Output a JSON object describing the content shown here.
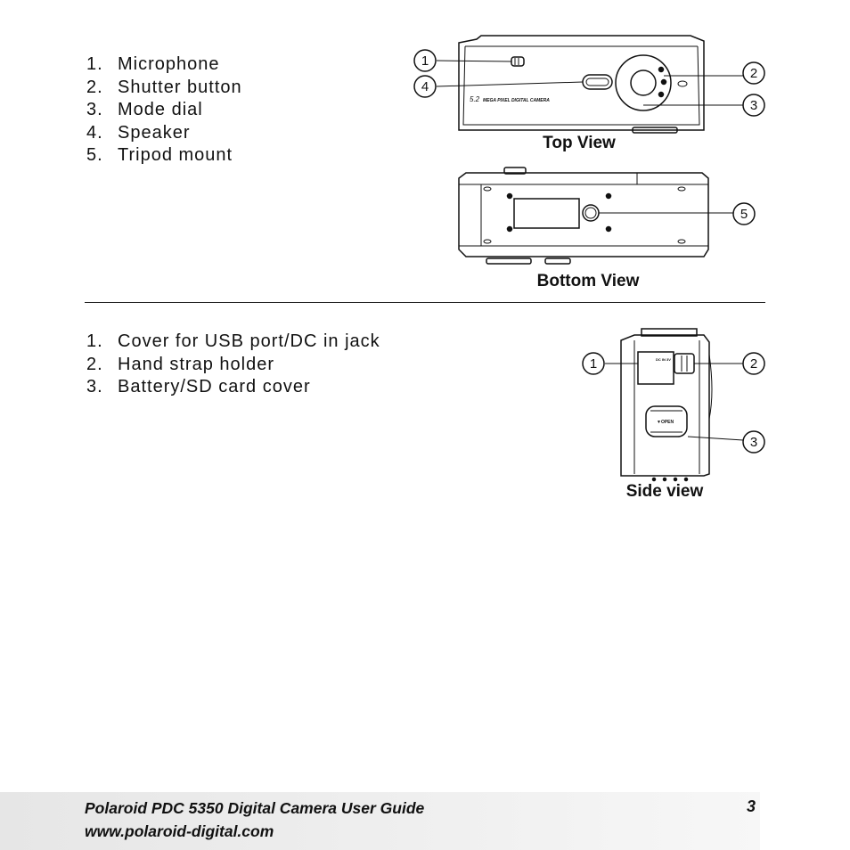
{
  "section1": {
    "items": [
      {
        "num": "1.",
        "label": "Microphone"
      },
      {
        "num": "2.",
        "label": "Shutter button"
      },
      {
        "num": "3.",
        "label": "Mode dial"
      },
      {
        "num": "4.",
        "label": "Speaker"
      },
      {
        "num": "5.",
        "label": "Tripod mount"
      }
    ],
    "top_view_caption": "Top View",
    "bottom_view_caption": "Bottom View",
    "model_text": "5.2",
    "model_subtext": "MEGA PIXEL DIGITAL CAMERA",
    "callouts_top": [
      "1",
      "4",
      "2",
      "3"
    ],
    "callouts_bottom": [
      "5"
    ]
  },
  "section2": {
    "items": [
      {
        "num": "1.",
        "label": "Cover for USB port/DC in jack"
      },
      {
        "num": "2.",
        "label": "Hand strap holder"
      },
      {
        "num": "3.",
        "label": "Battery/SD card cover"
      }
    ],
    "side_view_caption": "Side view",
    "cover_text": "DC IN 3V",
    "door_text": "▼OPEN",
    "callouts_side": [
      "1",
      "2",
      "3"
    ]
  },
  "footer": {
    "title": "Polaroid PDC 5350 Digital Camera User Guide",
    "url": "www.polaroid-digital.com",
    "page_number": "3"
  }
}
